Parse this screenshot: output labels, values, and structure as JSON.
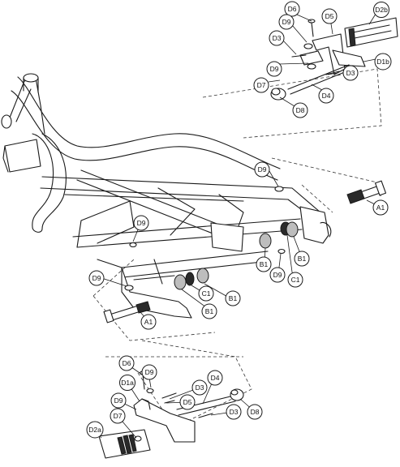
{
  "labels": {
    "D6_top": "D6",
    "D9_top1": "D9",
    "D5_top": "D5",
    "D2b": "D2b",
    "D3_top_left": "D3",
    "D9_top2": "D9",
    "D1b": "D1b",
    "D3_top_right": "D3",
    "D7_top": "D7",
    "D4_top": "D4",
    "D8_top": "D8",
    "D9_mid_right": "D9",
    "A1_right": "A1",
    "D9_mid_left": "D9",
    "B1_r1": "B1",
    "B1_r2": "B1",
    "D9_lower": "D9",
    "C1_r": "C1",
    "D9_left": "D9",
    "C1_l": "C1",
    "B1_l1": "B1",
    "B1_l2": "B1",
    "A1_left": "A1",
    "D6_bot": "D6",
    "D1a": "D1a",
    "D9_bot1": "D9",
    "D3_bot_top": "D3",
    "D4_bot": "D4",
    "D5_bot": "D5",
    "D9_bot2": "D9",
    "D7_bot": "D7",
    "D2a": "D2a",
    "D3_bot_low": "D3",
    "D8_bot": "D8"
  }
}
